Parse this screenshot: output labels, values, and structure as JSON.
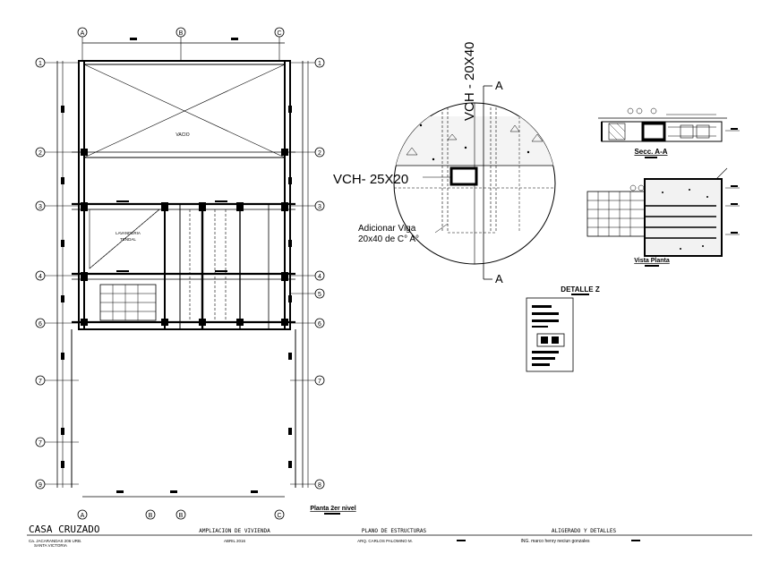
{
  "plan": {
    "axes_top": [
      "A",
      "B",
      "C"
    ],
    "axes_bottom": [
      "A",
      "B",
      "B",
      "C"
    ],
    "axes_left": [
      "1",
      "2",
      "3",
      "4",
      "6",
      "7",
      "7",
      "9"
    ],
    "axes_right": [
      "1",
      "2",
      "3",
      "4",
      "5",
      "6",
      "7",
      "8"
    ],
    "vacio_label": "VACIO",
    "stair_label_1": "LAVANDERIA",
    "stair_label_2": "TENDAL",
    "subtitle": "Planta 2er nivel"
  },
  "detail_circle": {
    "top_label": "VCH - 20X40",
    "side_label": "VCH- 25X20",
    "note_line1": "Adicionar Viga",
    "note_line2": "20x40  de C° A°",
    "section_mark_top": "A",
    "section_mark_bottom": "A"
  },
  "detail_box": {
    "title": "DETALLE  Z"
  },
  "section_aa": {
    "caption": "Secc. A-A",
    "marks": [
      "①",
      "②",
      "③"
    ]
  },
  "plan_view": {
    "caption": "Vista Planta"
  },
  "title_block": {
    "project": "CASA  CRUZADO",
    "address_1": "Ca. JACARANDAS 206 URB.",
    "address_2": "SANTA VICTORIA",
    "description": "AMPLIACION  DE  VIVIENDA",
    "date": "ABRIL  2016",
    "sheet": "PLANO  DE  ESTRUCTURAS",
    "architect": "ARQ. CARLOS  PALOMINO  M.",
    "content": "ALIGERADO  Y  DETALLES",
    "engineer": "ING. marco henry neciun gonzales"
  }
}
